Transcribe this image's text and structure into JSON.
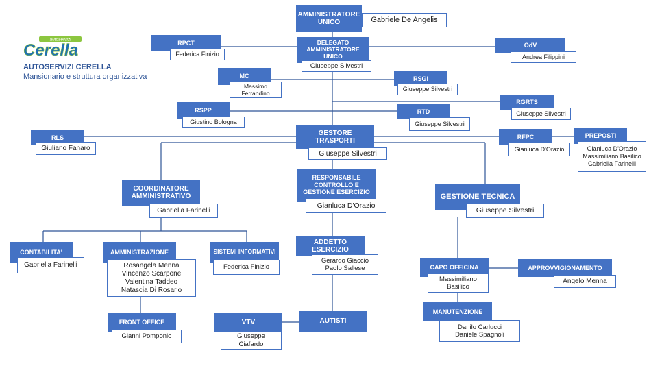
{
  "header": {
    "logo_small_text": "autoservizi",
    "logo_text": "Cerella",
    "company": "AUTOSERVIZI CERELLA",
    "subtitle": "Mansionario e struttura organizzativa"
  },
  "colors": {
    "box_fill": "#4472c4",
    "line": "#2f5597",
    "logo_blue": "#1f6fb5",
    "logo_green": "#8cc63f"
  },
  "nodes": {
    "amministratore": {
      "role": "AMMINISTRATORE UNICO",
      "names": [
        "Gabriele De Angelis"
      ]
    },
    "delegato": {
      "role": "DELEGATO AMMINISTRATORE UNICO",
      "names": [
        "Giuseppe Silvestri"
      ]
    },
    "rpct": {
      "role": "RPCT",
      "names": [
        "Federica Finizio"
      ]
    },
    "odv": {
      "role": "OdV",
      "names": [
        "Andrea Filippini"
      ]
    },
    "mc": {
      "role": "MC",
      "names": [
        "Massimo",
        "Ferrandino"
      ]
    },
    "rsgi": {
      "role": "RSGI",
      "names": [
        "Giuseppe Silvestri"
      ]
    },
    "rgrts": {
      "role": "RGRTS",
      "names": [
        "Giuseppe Silvestri"
      ]
    },
    "rspp": {
      "role": "RSPP",
      "names": [
        "Giustino Bologna"
      ]
    },
    "rtd": {
      "role": "RTD",
      "names": [
        "Giuseppe Silvestri"
      ]
    },
    "rls": {
      "role": "RLS",
      "names": [
        "Giuliano Fanaro"
      ]
    },
    "gestore": {
      "role": "GESTORE TRASPORTI",
      "names": [
        "Giuseppe Silvestri"
      ]
    },
    "rfpc": {
      "role": "RFPC",
      "names": [
        "Gianluca D'Orazio"
      ]
    },
    "preposti": {
      "role": "PREPOSTI",
      "names": [
        "Gianluca D'Orazio",
        "Massimiliano Basilico",
        "Gabriella Farinelli"
      ]
    },
    "coordinatore": {
      "role": "COORDINATORE AMMINISTRATIVO",
      "names": [
        "Gabriella Farinelli"
      ]
    },
    "responsabile": {
      "role": "RESPONSABILE CONTROLLO E GESTIONE ESERCIZIO",
      "names": [
        "Gianluca D'Orazio"
      ]
    },
    "tecnica": {
      "role": "GESTIONE TECNICA",
      "names": [
        "Giuseppe Silvestri"
      ]
    },
    "contabilita": {
      "role": "CONTABILITA'",
      "names": [
        "Gabriella Farinelli"
      ]
    },
    "amministrazione": {
      "role": "AMMINISTRAZIONE",
      "names": [
        "Rosangela Menna",
        "Vincenzo Scarpone",
        "Valentina Taddeo",
        "Natascia Di Rosario"
      ]
    },
    "sistemi": {
      "role": "SISTEMI INFORMATIVI",
      "names": [
        "Federica Finizio"
      ]
    },
    "addetto": {
      "role": "ADDETTO ESERCIZIO",
      "names": [
        "Gerardo Giaccio",
        "Paolo Sallese"
      ]
    },
    "capo": {
      "role": "CAPO OFFICINA",
      "names": [
        "Massimiliano",
        "Basilico"
      ]
    },
    "approv": {
      "role": "APPROVVIGIONAMENTO",
      "names": [
        "Angelo Menna"
      ]
    },
    "front": {
      "role": "FRONT OFFICE",
      "names": [
        "Gianni Pomponio"
      ]
    },
    "vtv": {
      "role": "VTV",
      "names": [
        "Giuseppe",
        "Ciafardo"
      ]
    },
    "autisti": {
      "role": "AUTISTI",
      "names": []
    },
    "manutenzione": {
      "role": "MANUTENZIONE",
      "names": [
        "Danilo Carlucci",
        "Daniele Spagnoli"
      ]
    }
  }
}
